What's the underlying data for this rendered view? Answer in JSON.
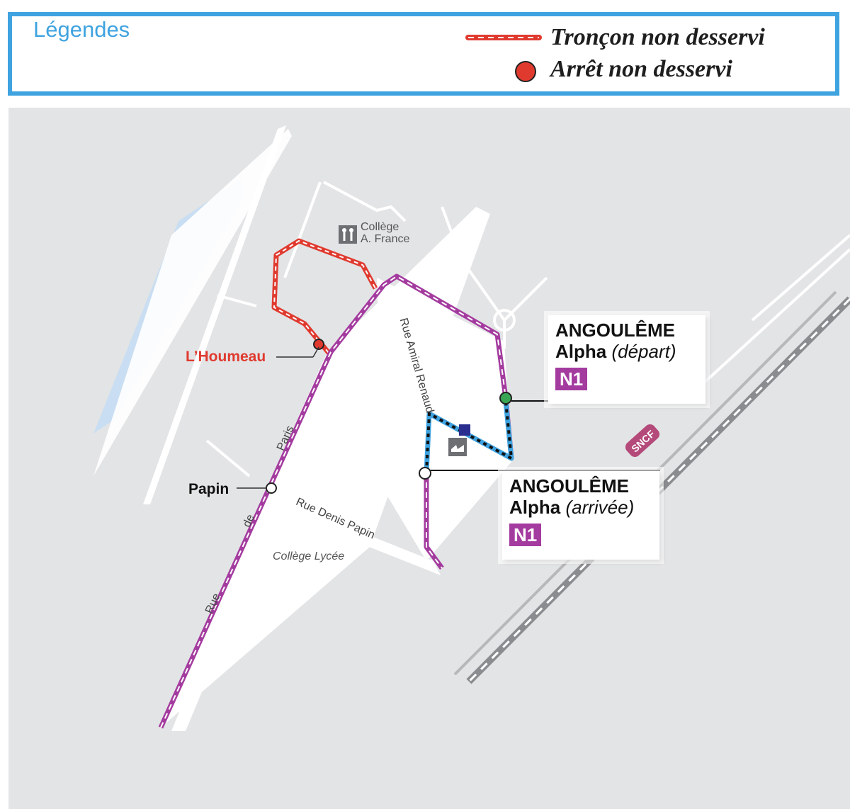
{
  "legend": {
    "title": "Légendes",
    "items": [
      {
        "label": "Tronçon non desservi",
        "icon": "dashed-red-line-icon",
        "color": "#e03a2f"
      },
      {
        "label": "Arrêt non desservi",
        "icon": "red-circle-icon",
        "color": "#e03a2f"
      }
    ]
  },
  "map": {
    "colors": {
      "background": "#e3e4e6",
      "road": "#ffffff",
      "water": "#c9def2",
      "route": "#a43b9f",
      "detour": "#e03a2f",
      "diversion": "#3fa3e0"
    },
    "pois": {
      "college_france": "Collège\nA. France",
      "college_lycee": "Collège Lycée"
    },
    "streets": {
      "rue_word": "Rue",
      "de_word": "de",
      "paris_word": "Paris",
      "denis_papin": "Rue Denis Papin",
      "amiral_renaud": "Rue Amiral Renaud"
    },
    "stops": {
      "houmeau": "L’Houmeau",
      "papin": "Papin"
    },
    "stations": {
      "depart": {
        "name": "ANGOULÊME",
        "city": "Alpha",
        "note": "(départ)",
        "line": "N1"
      },
      "arrivee": {
        "name": "ANGOULÊME",
        "city": "Alpha",
        "note": "(arrivée)",
        "line": "N1"
      }
    },
    "sncf": "SNCF"
  }
}
